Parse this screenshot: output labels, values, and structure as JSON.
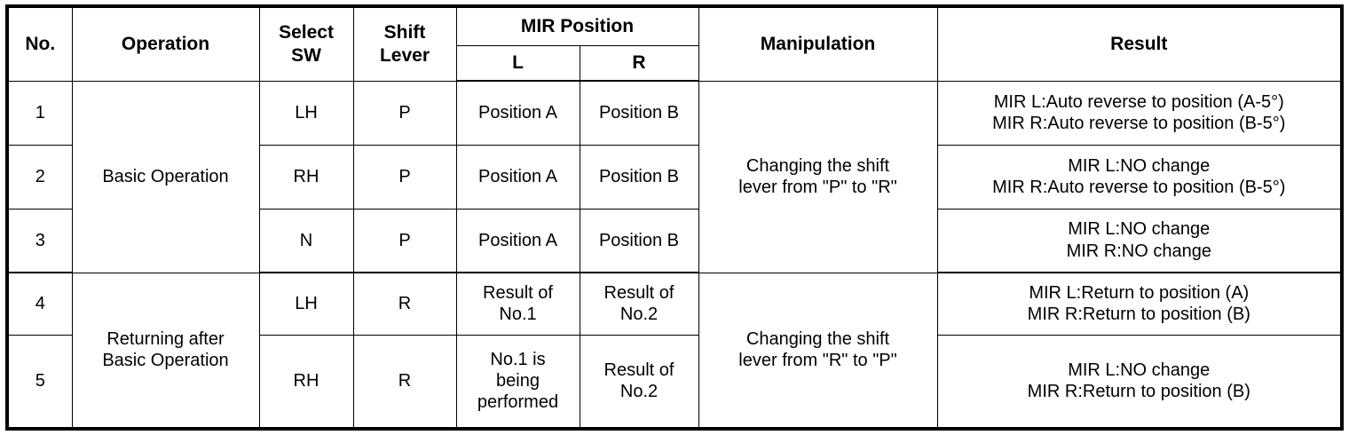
{
  "table": {
    "headers": {
      "no": "No.",
      "operation": "Operation",
      "select_sw": "Select\nSW",
      "shift_lever": "Shift\nLever",
      "mir_position": "MIR Position",
      "mir_l": "L",
      "mir_r": "R",
      "manipulation": "Manipulation",
      "result": "Result"
    },
    "groups": [
      {
        "operation": "Basic Operation",
        "manipulation": "Changing the shift\nlever from \"P\" to \"R\"",
        "rows": [
          {
            "no": "1",
            "select_sw": "LH",
            "shift_lever": "P",
            "mir_l": "Position A",
            "mir_r": "Position B",
            "result": "MIR L:Auto reverse to position (A-5°)\nMIR R:Auto reverse to position (B-5°)"
          },
          {
            "no": "2",
            "select_sw": "RH",
            "shift_lever": "P",
            "mir_l": "Position A",
            "mir_r": "Position B",
            "result": "MIR L:NO change\nMIR R:Auto reverse to position (B-5°)"
          },
          {
            "no": "3",
            "select_sw": "N",
            "shift_lever": "P",
            "mir_l": "Position A",
            "mir_r": "Position B",
            "result": "MIR L:NO change\nMIR R:NO change"
          }
        ]
      },
      {
        "operation": "Returning after\nBasic Operation",
        "manipulation": "Changing the shift\nlever from \"R\" to \"P\"",
        "rows": [
          {
            "no": "4",
            "select_sw": "LH",
            "shift_lever": "R",
            "mir_l": "Result of\nNo.1",
            "mir_r": "Result of\nNo.2",
            "result": "MIR L:Return to position (A)\nMIR R:Return to position (B)"
          },
          {
            "no": "5",
            "select_sw": "RH",
            "shift_lever": "R",
            "mir_l": "No.1 is\nbeing\nperformed",
            "mir_r": "Result of\nNo.2",
            "result": "MIR L:NO change\nMIR R:Return to position (B)"
          }
        ]
      }
    ]
  },
  "colors": {
    "border": "#000000",
    "text": "#000000",
    "background": "#ffffff"
  }
}
